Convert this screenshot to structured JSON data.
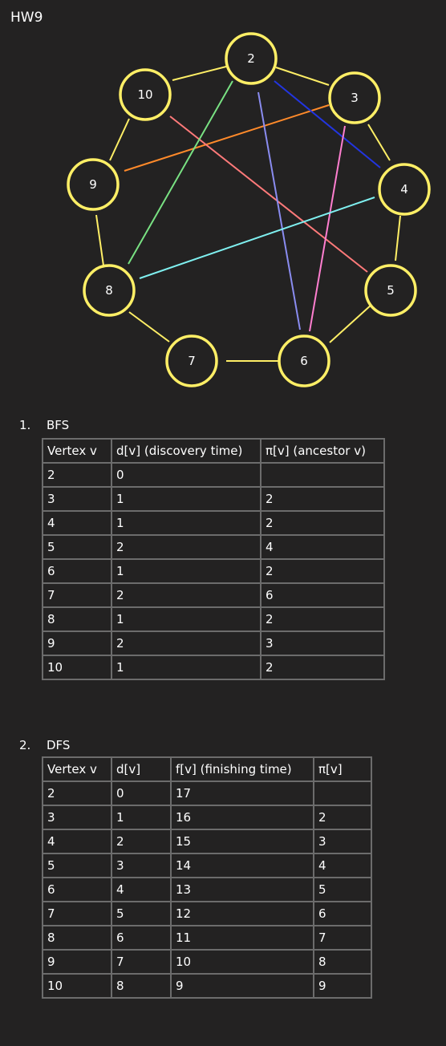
{
  "title": "HW9",
  "graph": {
    "nodes": [
      "2",
      "3",
      "4",
      "5",
      "6",
      "7",
      "8",
      "9",
      "10"
    ],
    "colors": {
      "node_stroke": "#ffef66",
      "ring_edge": "#ffef66",
      "edge_9_3": "#ff8a2a",
      "edge_10_5": "#ff7a7a",
      "edge_2_8": "#79e283",
      "edge_2_6": "#8a8cf0",
      "edge_2_4": "#2235e0",
      "edge_3_6": "#ff7fd0",
      "edge_8_4": "#7ff0f0"
    }
  },
  "bfs": {
    "number": "1.",
    "heading": "BFS",
    "headers": [
      "Vertex v",
      "d[v] (discovery time)",
      "π[v] (ancestor v)"
    ],
    "rows": [
      [
        "2",
        "0",
        ""
      ],
      [
        "3",
        "1",
        "2"
      ],
      [
        "4",
        "1",
        "2"
      ],
      [
        "5",
        "2",
        "4"
      ],
      [
        "6",
        "1",
        "2"
      ],
      [
        "7",
        "2",
        "6"
      ],
      [
        "8",
        "1",
        "2"
      ],
      [
        "9",
        "2",
        "3"
      ],
      [
        "10",
        "1",
        "2"
      ]
    ]
  },
  "dfs": {
    "number": "2.",
    "heading": "DFS",
    "headers": [
      "Vertex v",
      "d[v]",
      "f[v] (finishing time)",
      "π[v]"
    ],
    "rows": [
      [
        "2",
        "0",
        "17",
        ""
      ],
      [
        "3",
        "1",
        "16",
        "2"
      ],
      [
        "4",
        "2",
        "15",
        "3"
      ],
      [
        "5",
        "3",
        "14",
        "4"
      ],
      [
        "6",
        "4",
        "13",
        "5"
      ],
      [
        "7",
        "5",
        "12",
        "6"
      ],
      [
        "8",
        "6",
        "11",
        "7"
      ],
      [
        "9",
        "7",
        "10",
        "8"
      ],
      [
        "10",
        "8",
        "9",
        "9"
      ]
    ]
  }
}
